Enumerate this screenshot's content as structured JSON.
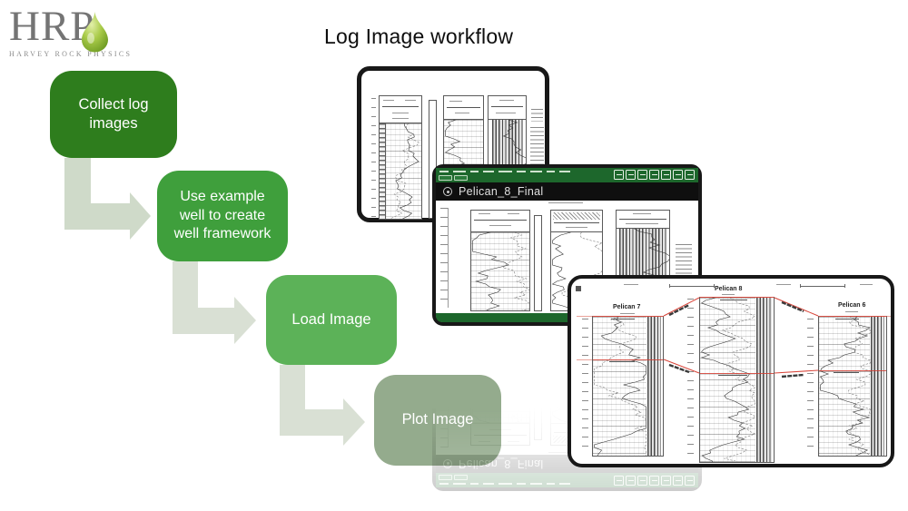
{
  "logo": {
    "acronym": "HRP",
    "subtitle": "HARVEY ROCK PHYSICS"
  },
  "slide": {
    "title": "Log Image workflow"
  },
  "flowchart": {
    "steps": [
      {
        "label": "Collect log images"
      },
      {
        "label": "Use example well to create well framework"
      },
      {
        "label": "Load Image"
      },
      {
        "label": "Plot Image"
      }
    ]
  },
  "app_window": {
    "title": "Pelican_8_Final"
  },
  "correlation_window": {
    "panels": [
      {
        "title": "Pelican 7"
      },
      {
        "title": "Pelican 8"
      },
      {
        "title": "Pelican 6"
      }
    ]
  },
  "colors": {
    "step_collect": "#2e7d1d",
    "step_framework": "#3f9f3c",
    "step_load": "#5cb258",
    "step_plot": "#94ab8d",
    "arrow": "#d4ddce",
    "app_toolbar_green": "#1d672c",
    "logo_drop_green": "#9cc43c",
    "correlation_line_red": "#d9453a"
  }
}
